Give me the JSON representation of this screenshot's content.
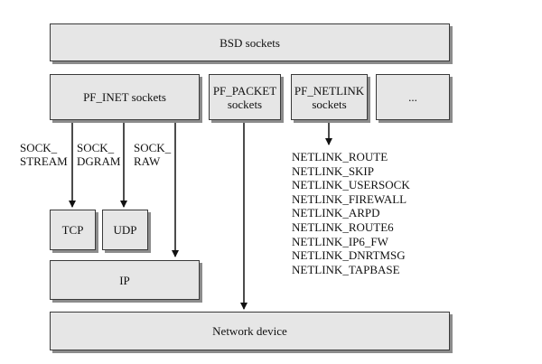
{
  "boxes": {
    "bsd": "BSD sockets",
    "pf_inet": "PF_INET sockets",
    "pf_packet": [
      "PF_PACKET",
      "sockets"
    ],
    "pf_netlink": [
      "PF_NETLINK",
      "sockets"
    ],
    "more": "...",
    "tcp": "TCP",
    "udp": "UDP",
    "ip": "IP",
    "network_device": "Network device"
  },
  "socket_types": {
    "stream": [
      "SOCK_",
      "STREAM"
    ],
    "dgram": [
      "SOCK_",
      "DGRAM"
    ],
    "raw": [
      "SOCK_",
      "RAW"
    ]
  },
  "netlink_protocols": [
    "NETLINK_ROUTE",
    "NETLINK_SKIP",
    "NETLINK_USERSOCK",
    "NETLINK_FIREWALL",
    "NETLINK_ARPD",
    "NETLINK_ROUTE6",
    "NETLINK_IP6_FW",
    "NETLINK_DNRTMSG",
    "NETLINK_TAPBASE"
  ]
}
